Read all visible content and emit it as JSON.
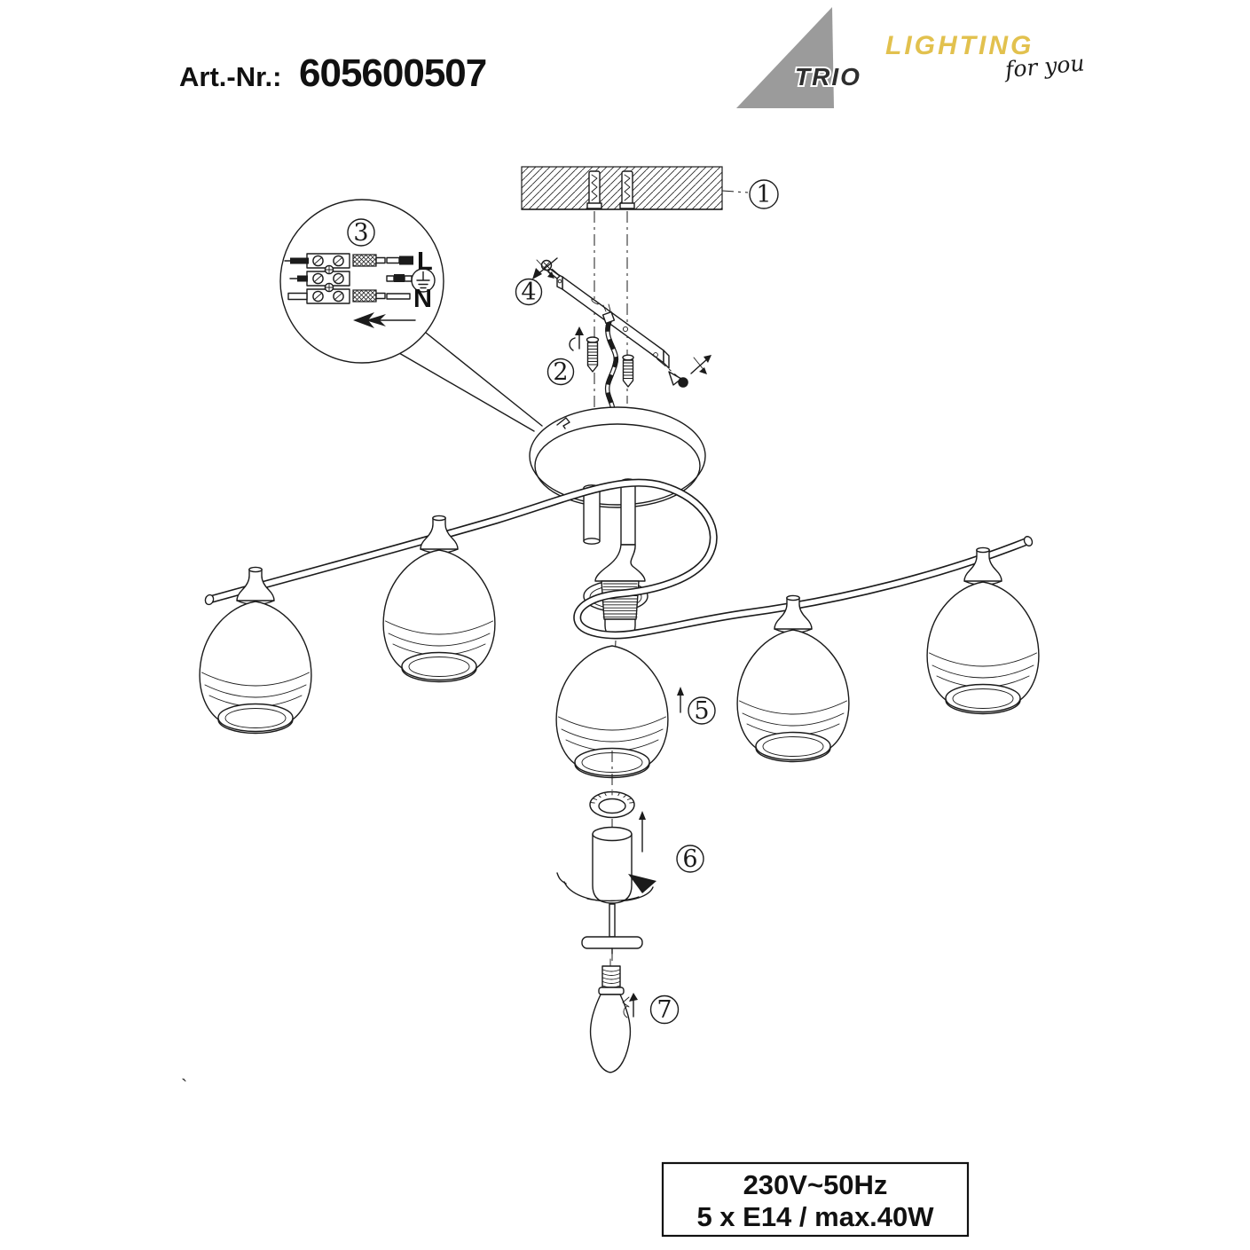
{
  "header": {
    "art_label": "Art.-Nr.:",
    "art_number": "605600507"
  },
  "logo": {
    "brand": "TRIO",
    "product": "LIGHTING",
    "tagline": "for you",
    "triangle_color": "#9b9b9b",
    "product_color": "#e2c14e"
  },
  "callouts": {
    "c1": "1",
    "c2": "2",
    "c3": "3",
    "c4": "4",
    "c5": "5",
    "c6": "6",
    "c7": "7"
  },
  "wiring_detail": {
    "live_label": "L",
    "neutral_label": "N",
    "earth_icon": "earth-ground-icon",
    "arrow_icon": "double-chevron-left-arrow-icon"
  },
  "icons": {
    "rotation": "rotation-arrow-icon",
    "insert": "up-arrow-icon"
  },
  "specs": {
    "line1": "230V~50Hz",
    "line2": "5 x E14 / max.40W"
  },
  "stray_mark": "`",
  "colors": {
    "line": "#1b1b1b",
    "accent_yellow": "#e2c14e",
    "logo_gray": "#9b9b9b"
  }
}
